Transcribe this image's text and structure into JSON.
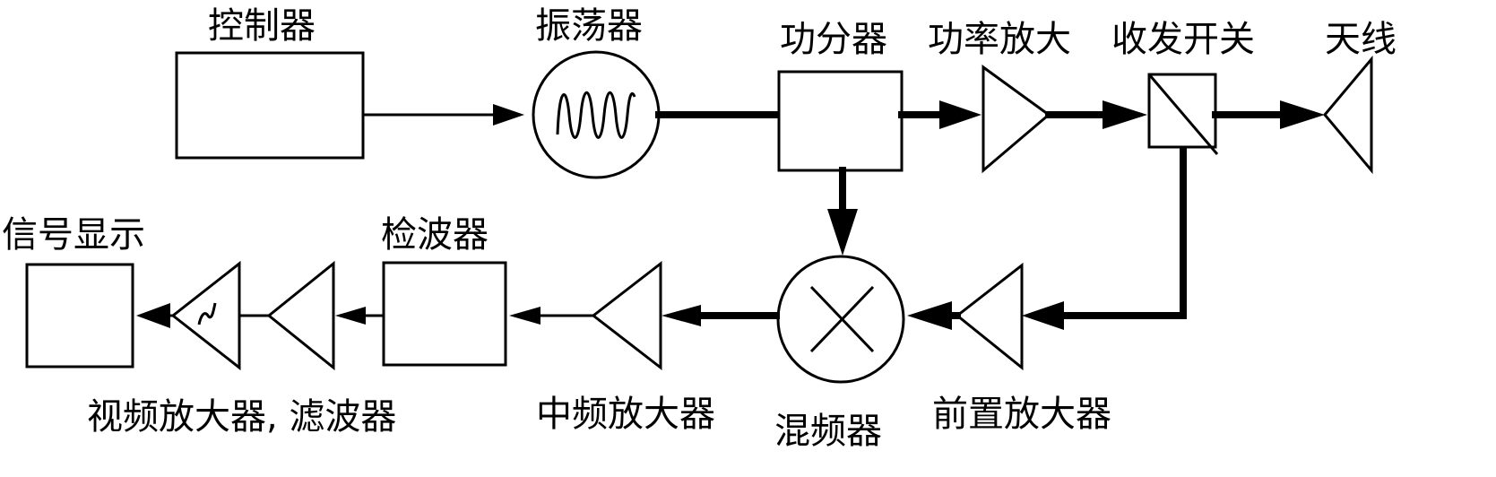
{
  "labels": {
    "controller": "控制器",
    "oscillator": "振荡器",
    "power_divider": "功分器",
    "power_amplifier": "功率放大",
    "tr_switch": "收发开关",
    "antenna": "天线",
    "signal_display": "信号显示",
    "detector": "检波器",
    "video_amp_filter": "视频放大器, 滤波器",
    "if_amplifier": "中频放大器",
    "mixer": "混频器",
    "preamplifier": "前置放大器"
  }
}
